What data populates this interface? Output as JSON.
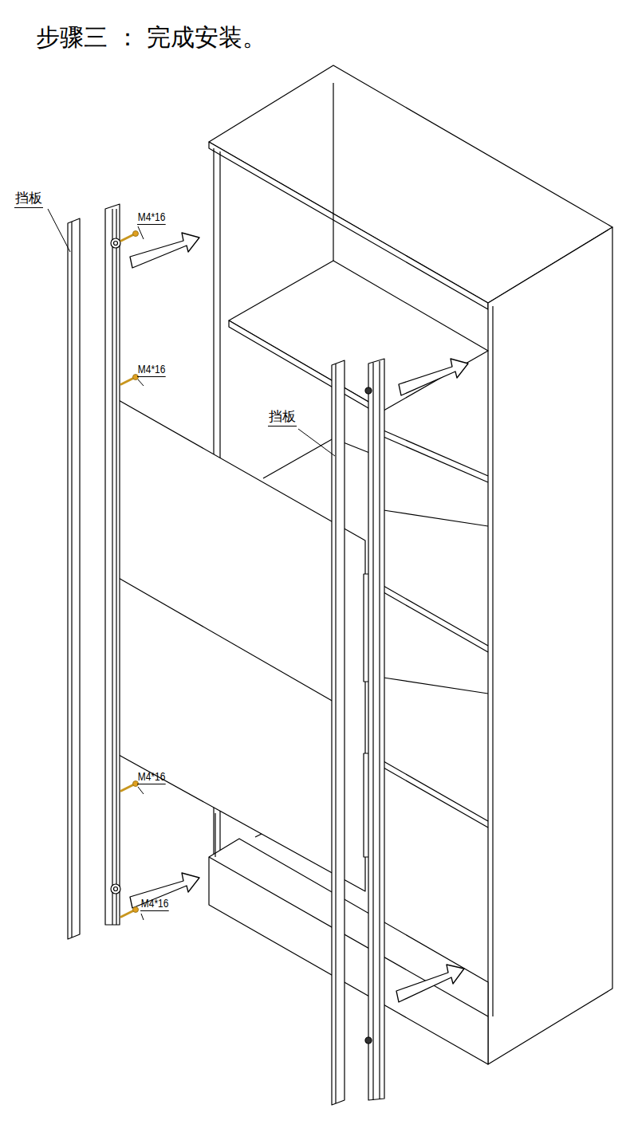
{
  "diagram": {
    "title": "步骤三 ：  完成安装。",
    "labels": [
      "挡板",
      "M4*16",
      "M4*16",
      "M4*16",
      "M4*16",
      "挡板"
    ]
  }
}
